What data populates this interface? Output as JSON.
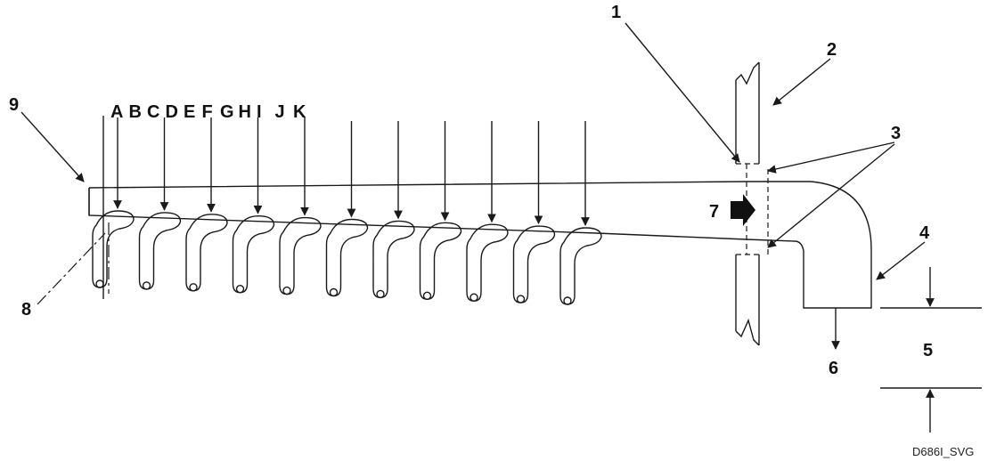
{
  "diagram": {
    "letter_labels": [
      "A",
      "B",
      "C",
      "D",
      "E",
      "F",
      "G",
      "H",
      "I",
      "J",
      "K"
    ],
    "callouts": {
      "c1": "1",
      "c2": "2",
      "c3": "3",
      "c4": "4",
      "c5": "5",
      "c6": "6",
      "c7": "7",
      "c8": "8",
      "c9": "9"
    },
    "figure_code": "D686I_SVG"
  }
}
